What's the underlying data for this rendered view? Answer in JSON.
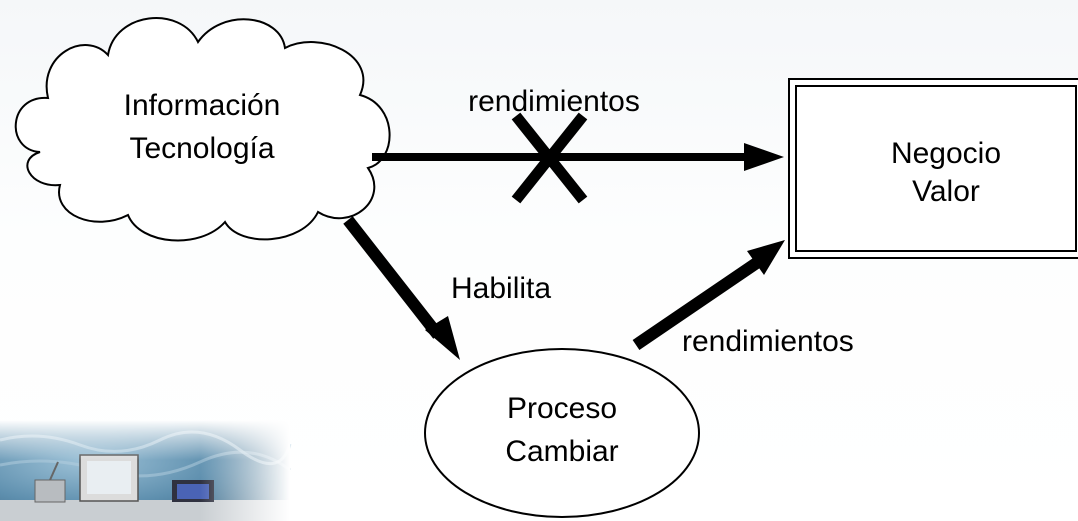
{
  "nodes": {
    "it": {
      "line1": "Información",
      "line2": "Tecnología"
    },
    "value": {
      "line1": "Negocio",
      "line2": "Valor"
    },
    "process": {
      "line1": "Proceso",
      "line2": "Cambiar"
    }
  },
  "edges": {
    "top": {
      "label": "rendimientos",
      "blocked": true
    },
    "enables": {
      "label": "Habilita"
    },
    "returns": {
      "label": "rendimientos"
    }
  },
  "colors": {
    "stroke": "#000000",
    "fill": "#ffffff",
    "text": "#000000"
  },
  "icons": {
    "block": "x-cross-icon",
    "photo": "desk-computers-photo"
  }
}
